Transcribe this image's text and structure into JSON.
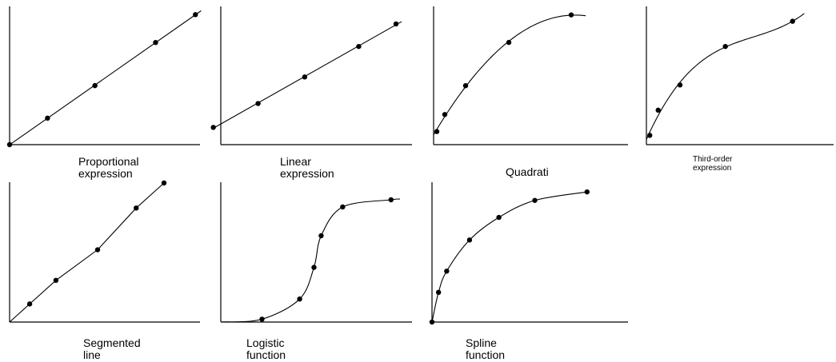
{
  "panels": [
    {
      "id": "proportional",
      "label": "Proportional\nexpression",
      "kind": "line",
      "points": [
        [
          0.0,
          0.0
        ],
        [
          0.2,
          0.2
        ],
        [
          0.45,
          0.445
        ],
        [
          0.77,
          0.77
        ],
        [
          0.98,
          0.98
        ]
      ]
    },
    {
      "id": "linear",
      "label": "Linear\nexpression",
      "kind": "line",
      "points": [
        [
          -0.04,
          0.13
        ],
        [
          0.2,
          0.31
        ],
        [
          0.45,
          0.51
        ],
        [
          0.74,
          0.74
        ],
        [
          0.94,
          0.91
        ]
      ]
    },
    {
      "id": "quadratic",
      "label": "Quadrati",
      "kind": "quadratic",
      "points": [
        [
          0.02,
          0.1
        ],
        [
          0.07,
          0.23
        ],
        [
          0.2,
          0.45
        ],
        [
          0.47,
          0.78
        ],
        [
          0.86,
          0.99
        ]
      ]
    },
    {
      "id": "third-order",
      "label": "Third-order\nexpression",
      "kind": "cubic",
      "points": [
        [
          0.02,
          0.07
        ],
        [
          0.07,
          0.26
        ],
        [
          0.2,
          0.45
        ],
        [
          0.47,
          0.74
        ],
        [
          0.87,
          0.93
        ]
      ]
    },
    {
      "id": "segmented",
      "label": "Segmented\nline",
      "kind": "segmented",
      "points": [
        [
          0.13,
          0.13
        ],
        [
          0.3,
          0.3
        ],
        [
          0.57,
          0.52
        ],
        [
          0.82,
          0.82
        ],
        [
          1.0,
          1.0
        ]
      ]
    },
    {
      "id": "logistic",
      "label": "Logistic\nfunction",
      "kind": "logistic",
      "points": [
        [
          0.23,
          0.02
        ],
        [
          0.44,
          0.16
        ],
        [
          0.52,
          0.38
        ],
        [
          0.56,
          0.6
        ],
        [
          0.68,
          0.8
        ],
        [
          0.95,
          0.85
        ]
      ]
    },
    {
      "id": "spline",
      "label": "Spline\nfunction",
      "kind": "spline",
      "points": [
        [
          0.0,
          0.0
        ],
        [
          0.04,
          0.21
        ],
        [
          0.09,
          0.36
        ],
        [
          0.23,
          0.58
        ],
        [
          0.41,
          0.74
        ],
        [
          0.63,
          0.86
        ],
        [
          0.95,
          0.92
        ]
      ]
    }
  ]
}
